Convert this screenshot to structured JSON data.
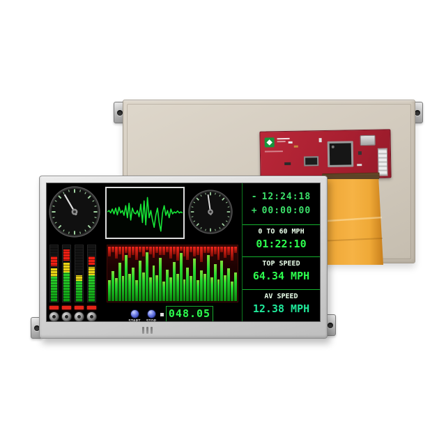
{
  "scene": {
    "background": "#ffffff",
    "description": "TFT LCD display module product photo: front dashboard demo screen and rear view with driver PCB and orange flex cable"
  },
  "rear_module": {
    "body_color": "#d5cec1",
    "pcb_color": "#b22434",
    "flex_cable_color": "#f2a63a"
  },
  "front_module": {
    "bezel_color": "#dcdcdc"
  },
  "screen": {
    "background": "#000000",
    "tick_color": "#a9dca9",
    "gauges": [
      {
        "name": "gauge-left",
        "needle_deg": -30
      },
      {
        "name": "gauge-right",
        "needle_deg": -8
      }
    ],
    "waveform": {
      "stroke": "#17e537",
      "points": [
        52,
        55,
        50,
        58,
        48,
        60,
        46,
        62,
        50,
        55,
        45,
        65,
        40,
        70,
        35,
        60,
        50,
        48,
        55,
        42,
        68,
        30,
        75,
        25,
        82,
        40,
        55,
        35,
        20,
        45,
        60,
        30,
        12,
        50,
        65,
        45,
        55,
        40,
        58,
        48,
        52,
        50,
        54,
        50,
        52,
        50
      ]
    },
    "vu_meters": [
      {
        "green": 36,
        "yellow": 12,
        "red": 14
      },
      {
        "green": 42,
        "yellow": 14,
        "red": 16
      },
      {
        "green": 30,
        "yellow": 8,
        "red": 0
      },
      {
        "green": 38,
        "yellow": 12,
        "red": 12
      }
    ],
    "led_count": 4,
    "knob_count": 4,
    "spectrum": {
      "green_heights": [
        38,
        55,
        42,
        70,
        46,
        85,
        50,
        62,
        38,
        75,
        52,
        90,
        44,
        66,
        48,
        80,
        36,
        58,
        44,
        72,
        50,
        88,
        40,
        62,
        46,
        78,
        38,
        56,
        50,
        84,
        44,
        68,
        40,
        74,
        48,
        60,
        36,
        52
      ],
      "red_drops": [
        18,
        10,
        22,
        14,
        26,
        12,
        20,
        16,
        24,
        10,
        18,
        28,
        14,
        20,
        12,
        24,
        16,
        10,
        22,
        14,
        26,
        12,
        18,
        24,
        10,
        20,
        16,
        28,
        12,
        22,
        18,
        14,
        24,
        10,
        20,
        16,
        26,
        12
      ]
    },
    "controls": {
      "buttons": [
        {
          "label": "START"
        },
        {
          "label": "STOP"
        }
      ],
      "readout": "048.05"
    },
    "panels": {
      "clock_color": "#3ce06a",
      "clock_rows": [
        {
          "prefix": "-",
          "value": "12:24:18"
        },
        {
          "prefix": "+",
          "value": "00:00:00"
        }
      ],
      "sections": [
        {
          "label": "0 TO 60 MPH",
          "value": "01:22:10",
          "color": "#2dff4e"
        },
        {
          "label": "TOP SPEED",
          "value": "64.34 MPH",
          "color": "#2dff4e"
        },
        {
          "label": "AV SPEED",
          "value": "12.38 MPH",
          "color": "#1fe89a"
        }
      ]
    }
  }
}
